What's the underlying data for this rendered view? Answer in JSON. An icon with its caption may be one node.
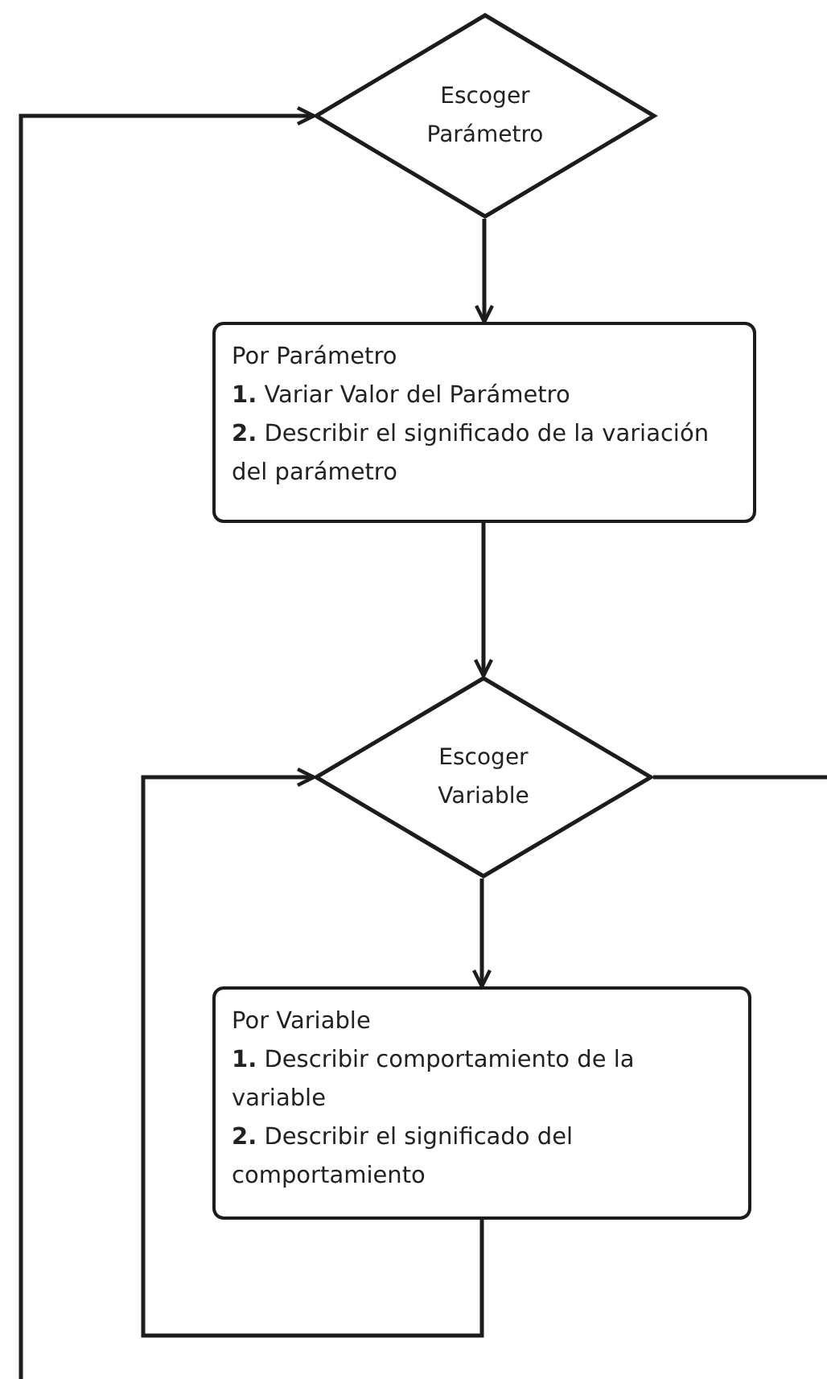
{
  "diagram": {
    "nodes": [
      {
        "text": [
          "Escoger Parámetro"
        ]
      },
      {
        "text": [
          "Por Parámetro",
          "**1.** Variar Valor del Parámetro",
          "**2.** Describir el significado de la variación del parámetro"
        ]
      },
      {
        "text": [
          "Escoger Variable"
        ]
      },
      {
        "text": [
          "Por Variable",
          "**1.** Describir comportamiento de la variable",
          "**2.** Describir el significado del comportamiento"
        ]
      }
    ],
    "edges": [
      {
        "from": 0,
        "to": 1,
        "arrow": "to"
      },
      {
        "from": 1,
        "to": 2,
        "arrow": "to"
      },
      {
        "from": 2,
        "to": 3,
        "arrow": "to"
      },
      {
        "from": 3,
        "to": 2,
        "arrow": "to"
      },
      {
        "from": null,
        "to": 0,
        "arrow": "to"
      },
      {
        "from": 2,
        "to": null,
        "arrow": "none"
      }
    ]
  }
}
